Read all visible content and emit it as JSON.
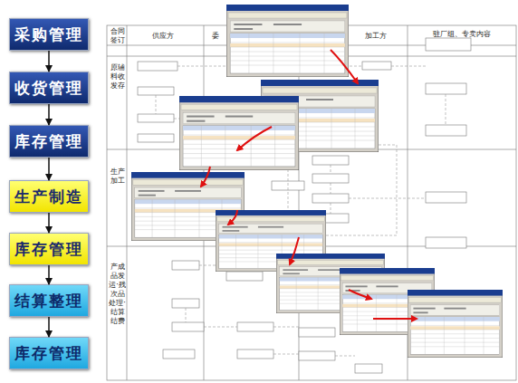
{
  "diagram": {
    "nodes": [
      {
        "text": [
          "采购管理"
        ]
      },
      {
        "text": [
          "收货管理"
        ]
      },
      {
        "text": [
          "库存管理"
        ]
      },
      {
        "text": [
          "生产制造"
        ]
      },
      {
        "text": [
          "库存管理"
        ]
      },
      {
        "text": [
          "结算整理"
        ]
      },
      {
        "text": [
          "库存管理"
        ]
      }
    ],
    "edges": [
      {
        "from": 0,
        "to": 1,
        "arrow": "to"
      },
      {
        "from": 1,
        "to": 2,
        "arrow": "to"
      },
      {
        "from": 2,
        "to": 3,
        "arrow": "to"
      },
      {
        "from": 3,
        "to": 4,
        "arrow": "to"
      },
      {
        "from": 4,
        "to": 5,
        "arrow": "to"
      },
      {
        "from": 5,
        "to": 6,
        "arrow": "to"
      }
    ],
    "labels": [
      "供应方",
      "委",
      "加工方",
      "驻厂组、专卖内容",
      "合同签订",
      "原辅料收发存",
      "生产加工",
      "产成品发运·残次品处理·结算结费"
    ]
  }
}
